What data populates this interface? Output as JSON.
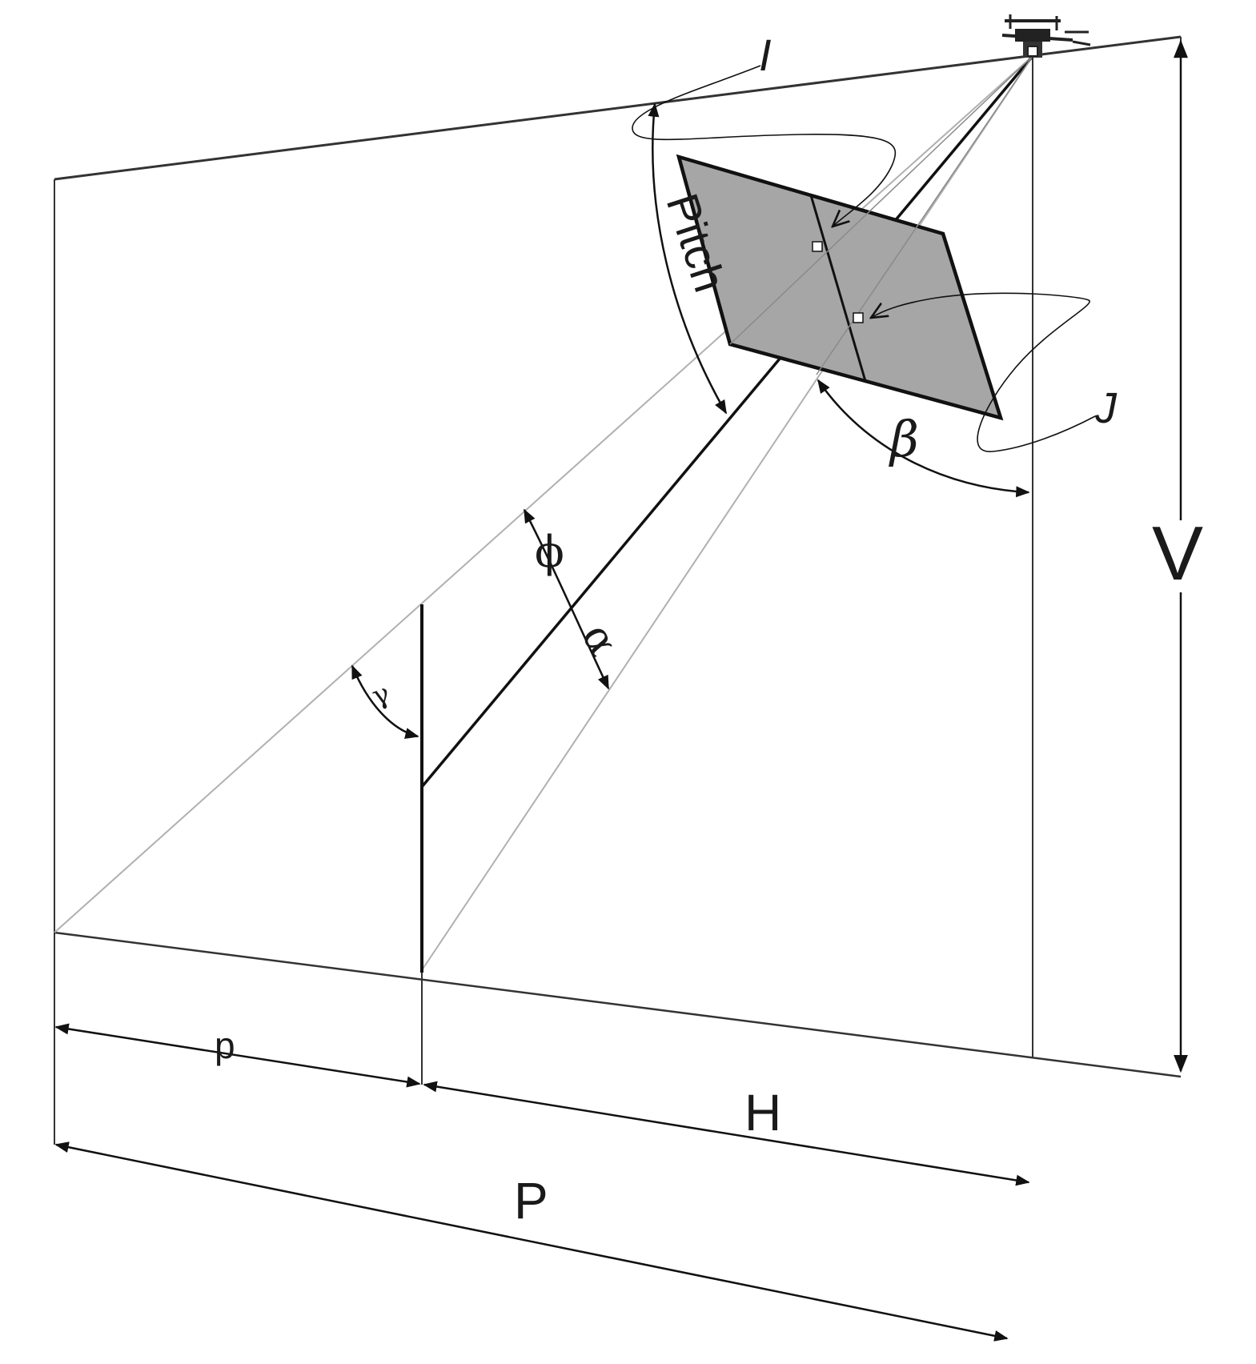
{
  "diagram": {
    "labels": {
      "I": "I",
      "J": "J",
      "pitch": "Pitch",
      "beta": "β",
      "phi": "ϕ",
      "alpha": "α",
      "gamma": "γ",
      "V": "V",
      "H": "H",
      "P": "P",
      "p": "p"
    },
    "colors": {
      "line": "#111111",
      "thin_line": "#333333",
      "light_line": "#b0b0b0",
      "panel_fill": "#a6a6a6",
      "background": "#ffffff"
    },
    "icons": {
      "drone": "drone-icon"
    }
  }
}
